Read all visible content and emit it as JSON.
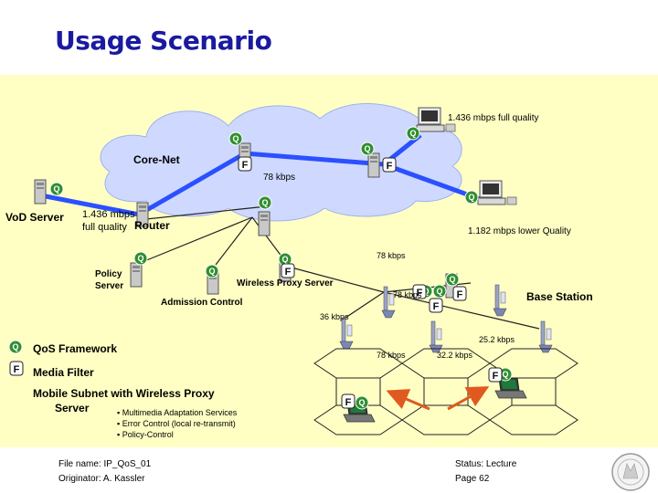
{
  "title": "Usage Scenario",
  "labels": {
    "core_net": "Core-Net",
    "vod_server": "VoD Server",
    "vod_quality_l1": "1.436 mbps",
    "vod_quality_l2": "full quality",
    "router": "Router",
    "policy_server_l1": "Policy",
    "policy_server_l2": "Server",
    "admission_control": "Admission Control",
    "wireless_proxy_server": "Wireless Proxy Server",
    "base_station": "Base Station",
    "core_rate": "78  kbps",
    "client_full_quality": "1.436 mbps full quality",
    "client_lower_quality": "1.182 mbps lower Quality",
    "rate_78_a": "78  kbps",
    "rate_78_b": "78  kbps",
    "rate_36": "36  kbps",
    "rate_25_2": "25.2  kbps",
    "rate_78_c": "78  kbps",
    "rate_32_2": "32.2  kbps"
  },
  "legend": {
    "q_symbol": "Q",
    "f_symbol": "F",
    "qos_framework": "QoS Framework",
    "media_filter": "Media Filter",
    "mobile_subnet_l1": "Mobile Subnet with Wireless Proxy",
    "mobile_subnet_l2": "Server",
    "bullets": [
      "▪ Multimedia Adaptation Services",
      "▪ Error Control (local re-transmit)",
      "▪ Policy-Control"
    ]
  },
  "footer": {
    "file_name": "File name: IP_QoS_01",
    "originator": "Originator: A. Kassler",
    "status": "Status: Lecture",
    "page": "Page 62"
  },
  "colors": {
    "title": "#1a1aa0",
    "background": "#ffffc4",
    "cloud": "#cfd9ff",
    "link": "#2b50ff",
    "q_badge": "#2f8f2f",
    "arrow": "#e05a20"
  }
}
